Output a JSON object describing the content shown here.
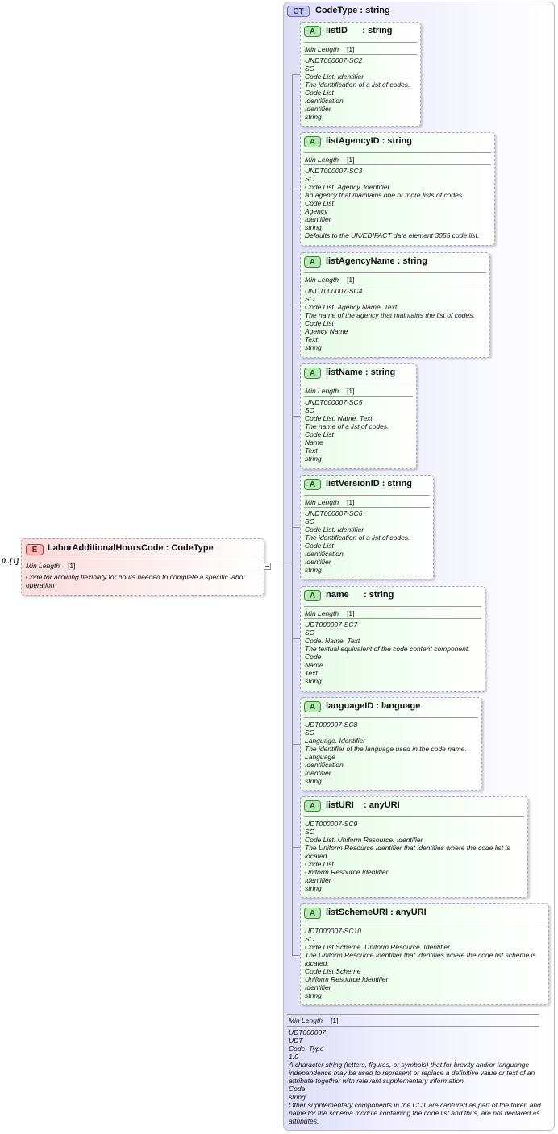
{
  "complex_type": {
    "tag": "CT",
    "title": "CodeType : string",
    "facet_label": "Min Length",
    "facet_value": "[1]",
    "lines": [
      "UDT000007",
      "UDT",
      "Code. Type",
      "1.0",
      "A character string (letters, figures, or symbols) that for brevity and/or languange independence may be used to represent or replace a definitive value or text of an attribute together with relevant supplementary information.",
      "Code",
      "string",
      "Other supplementary components in the CCT are captured as part of the token and name for the schema module containing the code list and thus, are not declared as attributes."
    ]
  },
  "element": {
    "tag": "E",
    "name": "LaborAdditionalHoursCode : CodeType",
    "cardinality": "0..[1]",
    "facet_label": "Min Length",
    "facet_value": "[1]",
    "description": "Code for allowing flexibility for hours needed to complete a specific labor operation"
  },
  "attributes": [
    {
      "tag": "A",
      "name": "listID      : string",
      "facet_label": "Min Length",
      "facet_value": "[1]",
      "lines": [
        "UNDT000007-SC2",
        "SC",
        "Code List. Identifier",
        "The identification of a list of codes.",
        "Code List",
        "Identification",
        "Identifier",
        "string"
      ]
    },
    {
      "tag": "A",
      "name": "listAgencyID : string",
      "facet_label": "Min Length",
      "facet_value": "[1]",
      "lines": [
        "UNDT000007-SC3",
        "SC",
        "Code List. Agency. Identifier",
        "An agency that maintains one or more lists of codes.",
        "Code List",
        "Agency",
        "Identifier",
        "string",
        "Defaults to the UN/EDIFACT data element 3055 code list."
      ]
    },
    {
      "tag": "A",
      "name": "listAgencyName : string",
      "facet_label": "Min Length",
      "facet_value": "[1]",
      "lines": [
        "UNDT000007-SC4",
        "SC",
        "Code List. Agency Name. Text",
        "The name of the agency that maintains the list of codes.",
        "Code List",
        "Agency Name",
        "Text",
        "string"
      ]
    },
    {
      "tag": "A",
      "name": "listName : string",
      "facet_label": "Min Length",
      "facet_value": "[1]",
      "lines": [
        "UNDT000007-SC5",
        "SC",
        "Code List. Name. Text",
        "The name of a list of codes.",
        "Code List",
        "Name",
        "Text",
        "string"
      ]
    },
    {
      "tag": "A",
      "name": "listVersionID : string",
      "facet_label": "Min Length",
      "facet_value": "[1]",
      "lines": [
        "UNDT000007-SC6",
        "SC",
        "Code List. Identifier",
        "The identification of a list of codes.",
        "Code List",
        "Identification",
        "Identifier",
        "string"
      ]
    },
    {
      "tag": "A",
      "name": "name      : string",
      "facet_label": "Min Length",
      "facet_value": "[1]",
      "lines": [
        "UDT000007-SC7",
        "SC",
        "Code. Name. Text",
        "The textual equivalent of the code content component.",
        "Code",
        "Name",
        "Text",
        "string"
      ]
    },
    {
      "tag": "A",
      "name": "languageID : language",
      "lines": [
        "UDT000007-SC8",
        "SC",
        "Language. Identifier",
        "The identifier of the language used in the code name.",
        "Language",
        "Identification",
        "Identifier",
        "string"
      ]
    },
    {
      "tag": "A",
      "name": "listURI    : anyURI",
      "lines": [
        "UDT000007-SC9",
        "SC",
        "Code List. Uniform Resource. Identifier",
        "The Uniform Resource Identifier that identifies where the code list is located.",
        "Code List",
        "Uniform Resource Identifier",
        "Identifier",
        "string"
      ]
    },
    {
      "tag": "A",
      "name": "listSchemeURI : anyURI",
      "lines": [
        "UDT000007-SC10",
        "SC",
        "Code List Scheme. Uniform Resource. Identifier",
        "The Uniform Resource Identifier that identifies where the code list scheme is located.",
        "Code List Scheme",
        "Uniform Resource Identifier",
        "Identifier",
        "string"
      ]
    }
  ]
}
